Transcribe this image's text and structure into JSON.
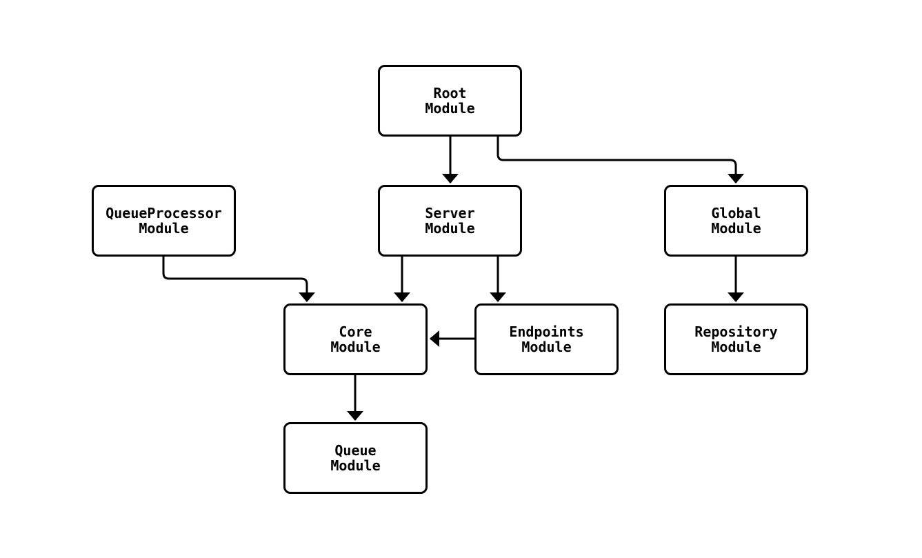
{
  "diagram": {
    "type": "module-dependency-flowchart",
    "background_color": "#ffffff",
    "node_fill_color": "#ffffff",
    "stroke_color": "#000000",
    "text_color": "#000000",
    "nodes": {
      "root": {
        "label": "Root\nModule"
      },
      "queueprocessor": {
        "label": "QueueProcessor\nModule"
      },
      "server": {
        "label": "Server\nModule"
      },
      "global": {
        "label": "Global\nModule"
      },
      "core": {
        "label": "Core\nModule"
      },
      "endpoints": {
        "label": "Endpoints\nModule"
      },
      "repository": {
        "label": "Repository\nModule"
      },
      "queue": {
        "label": "Queue\nModule"
      }
    },
    "edges": [
      {
        "from": "Root Module",
        "to": "Server Module"
      },
      {
        "from": "Root Module",
        "to": "Global Module"
      },
      {
        "from": "QueueProcessor Module",
        "to": "Core Module"
      },
      {
        "from": "Server Module",
        "to": "Core Module"
      },
      {
        "from": "Server Module",
        "to": "Endpoints Module"
      },
      {
        "from": "Endpoints Module",
        "to": "Core Module"
      },
      {
        "from": "Global Module",
        "to": "Repository Module"
      },
      {
        "from": "Core Module",
        "to": "Queue Module"
      }
    ]
  }
}
